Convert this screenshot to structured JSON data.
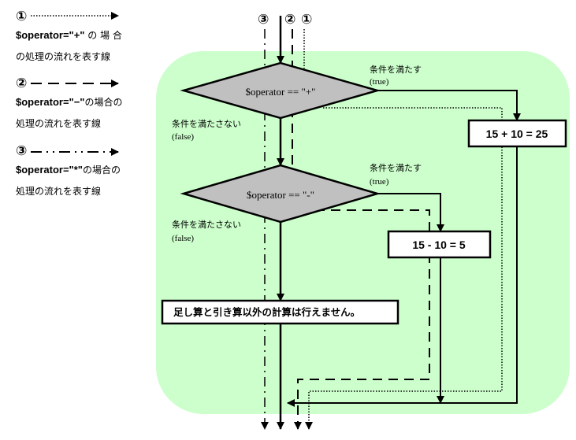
{
  "legend": [
    {
      "marker": "①",
      "style": "dotted",
      "line1_op": "$operator=\"+\"",
      "line1_jp": " の 場 合",
      "line2": "の処理の流れを表す線"
    },
    {
      "marker": "②",
      "style": "dashed",
      "line1_op": "$operator=\"−\"",
      "line1_jp": "の場合の",
      "line2": "処理の流れを表す線"
    },
    {
      "marker": "③",
      "style": "dash-dot",
      "line1_op": "$operator=\"*\"",
      "line1_jp": "の場合の",
      "line2": "処理の流れを表す線"
    }
  ],
  "flow": {
    "top_markers": [
      "③",
      "②",
      "①"
    ],
    "decision1": "$operator == \"+\"",
    "decision2": "$operator == \"-\"",
    "true_label": "条件を満たす",
    "true_paren": "(true)",
    "false_label": "条件を満たさない",
    "false_paren": "(false)",
    "box_plus": "15 + 10 = 25",
    "box_minus": "15 - 10 = 5",
    "box_other": "足し算と引き算以外の計算は行えません。"
  },
  "colors": {
    "region": "#ccffcc",
    "diamond": "#c0c0c0",
    "box": "#ffffff",
    "stroke": "#000000"
  }
}
